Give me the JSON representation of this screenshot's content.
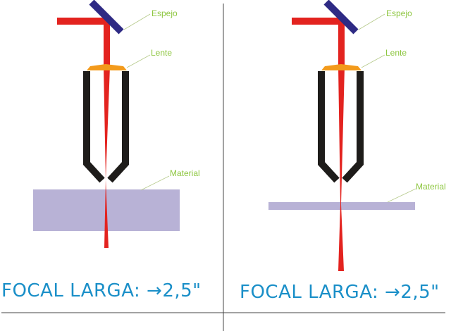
{
  "colors": {
    "beam": "#e3231f",
    "mirror": "#2e2a84",
    "lens": "#f39a1b",
    "nozzle": "#1e1c1a",
    "material": "#b8b2d6",
    "label": "#8dc63f",
    "title": "#1a8fc8"
  },
  "panels": [
    {
      "labels": {
        "mirror": "Espejo",
        "lens": "Lente",
        "material": "Material"
      },
      "caption": "FOCAL LARGA: →2,5\""
    },
    {
      "labels": {
        "mirror": "Espejo",
        "lens": "Lente",
        "material": "Material"
      },
      "caption": "FOCAL LARGA: →2,5\""
    }
  ]
}
